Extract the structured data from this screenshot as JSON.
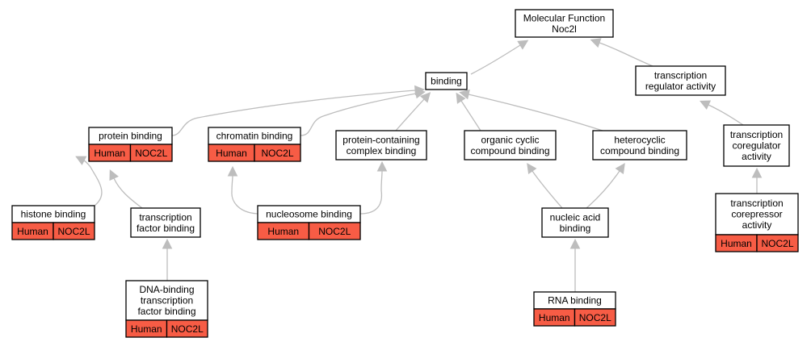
{
  "colors": {
    "annotation_fill": "#f75c45",
    "edge": "#bdbdbd",
    "border": "#000000"
  },
  "nodes": {
    "molecular_function": [
      "Molecular Function",
      "Noc2l"
    ],
    "binding": [
      "binding"
    ],
    "transcription_regulator_activity": [
      "transcription",
      "regulator activity"
    ],
    "protein_binding": [
      "protein binding"
    ],
    "chromatin_binding": [
      "chromatin binding"
    ],
    "protein_containing_complex_binding": [
      "protein-containing",
      "complex binding"
    ],
    "organic_cyclic_compound_binding": [
      "organic cyclic",
      "compound binding"
    ],
    "heterocyclic_compound_binding": [
      "heterocyclic",
      "compound binding"
    ],
    "transcription_coregulator_activity": [
      "transcription",
      "coregulator",
      "activity"
    ],
    "histone_binding": [
      "histone binding"
    ],
    "transcription_factor_binding": [
      "transcription",
      "factor binding"
    ],
    "nucleosome_binding": [
      "nucleosome binding"
    ],
    "nucleic_acid_binding": [
      "nucleic acid",
      "binding"
    ],
    "transcription_corepressor_activity": [
      "transcription",
      "corepressor",
      "activity"
    ],
    "dna_binding_transcription_factor_binding": [
      "DNA-binding",
      "transcription",
      "factor binding"
    ],
    "rna_binding": [
      "RNA binding"
    ]
  },
  "annotations": {
    "protein_binding": [
      "Human",
      "NOC2L"
    ],
    "chromatin_binding": [
      "Human",
      "NOC2L"
    ],
    "histone_binding": [
      "Human",
      "NOC2L"
    ],
    "nucleosome_binding": [
      "Human",
      "NOC2L"
    ],
    "transcription_corepressor_activity": [
      "Human",
      "NOC2L"
    ],
    "dna_binding_transcription_factor_binding": [
      "Human",
      "NOC2L"
    ],
    "rna_binding": [
      "Human",
      "NOC2L"
    ]
  },
  "edges": [
    [
      "binding",
      "molecular_function"
    ],
    [
      "transcription_regulator_activity",
      "molecular_function"
    ],
    [
      "protein_binding",
      "binding"
    ],
    [
      "chromatin_binding",
      "binding"
    ],
    [
      "protein_containing_complex_binding",
      "binding"
    ],
    [
      "organic_cyclic_compound_binding",
      "binding"
    ],
    [
      "heterocyclic_compound_binding",
      "binding"
    ],
    [
      "transcription_coregulator_activity",
      "transcription_regulator_activity"
    ],
    [
      "histone_binding",
      "protein_binding"
    ],
    [
      "transcription_factor_binding",
      "protein_binding"
    ],
    [
      "nucleosome_binding",
      "chromatin_binding"
    ],
    [
      "nucleosome_binding",
      "protein_containing_complex_binding"
    ],
    [
      "nucleic_acid_binding",
      "organic_cyclic_compound_binding"
    ],
    [
      "nucleic_acid_binding",
      "heterocyclic_compound_binding"
    ],
    [
      "transcription_corepressor_activity",
      "transcription_coregulator_activity"
    ],
    [
      "dna_binding_transcription_factor_binding",
      "transcription_factor_binding"
    ],
    [
      "rna_binding",
      "nucleic_acid_binding"
    ]
  ]
}
